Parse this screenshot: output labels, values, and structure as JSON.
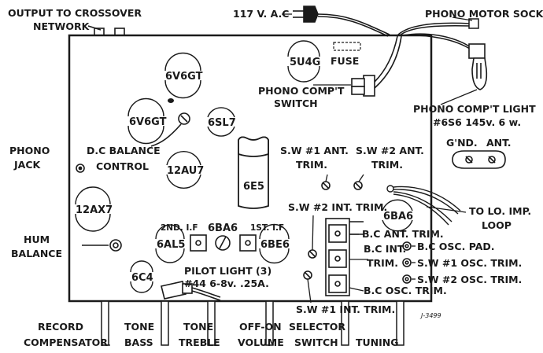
{
  "labels": {
    "output_crossover_1": "OUTPUT TO CROSSOVER",
    "output_crossover_2": "NETWORK",
    "ac_117": "117 V. A.C",
    "phono_motor_socket": "PHONO MOTOR SOCKET",
    "fuse": "FUSE",
    "phono_comp_switch_1": "PHONO COMP'T",
    "phono_comp_switch_2": "SWITCH",
    "phono_comp_light_1": "PHONO COMP'T LIGHT",
    "phono_comp_light_2": "#6S6 145v. 6 w.",
    "phono_jack_1": "PHONO",
    "phono_jack_2": "JACK",
    "dc_balance_1": "D.C BALANCE",
    "dc_balance_2": "CONTROL",
    "sw1_ant_1": "S.W #1 ANT.",
    "sw1_ant_2": "TRIM.",
    "sw2_ant_1": "S.W #2 ANT.",
    "sw2_ant_2": "TRIM.",
    "gnd": "G'ND.",
    "ant": "ANT.",
    "sw2_int": "S.W #2 INT. TRIM.",
    "to_lo_imp_1": "TO LO. IMP.",
    "to_lo_imp_2": "LOOP",
    "hum_balance_1": "HUM",
    "hum_balance_2": "BALANCE",
    "if2": "2ND. I.F",
    "if1": "1ST. I.F",
    "bc_ant_trim": "B.C ANT. TRIM.",
    "bc_int_trim_1": "B.C INT.",
    "bc_int_trim_2": "TRIM.",
    "bc_osc_trim": "B.C OSC. TRIM.",
    "bc_osc_pad": "B.C OSC. PAD.",
    "sw1_osc": "S.W #1 OSC. TRIM.",
    "sw2_osc": "S.W #2 OSC. TRIM.",
    "pilot_light_1": "PILOT LIGHT (3)",
    "pilot_light_2": "#44 6-8v. .25A.",
    "sw1_int": "S.W #1 INT. TRIM.",
    "drawing_no": "J-3499",
    "record_comp_1": "RECORD",
    "record_comp_2": "COMPENSATOR",
    "tone_bass_1": "TONE",
    "tone_bass_2": "BASS",
    "tone_treble_1": "TONE",
    "tone_treble_2": "TREBLE",
    "off_on_1": "OFF-ON",
    "off_on_2": "VOLUME",
    "selector_1": "SELECTOR",
    "selector_2": "SWITCH",
    "tuning": "TUNING"
  },
  "tubes": {
    "v6v6gt_a": "6V6GT",
    "v5u4g": "5U4G",
    "v6v6gt_b": "6V6GT",
    "v6sl7": "6SL7",
    "v12au7": "12AU7",
    "v6e5": "6E5",
    "v12ax7": "12AX7",
    "v6ba6_a": "6BA6",
    "v6ba6_b": "6BA6",
    "v6al5": "6AL5",
    "v6be6": "6BE6",
    "v6c4": "6C4"
  }
}
